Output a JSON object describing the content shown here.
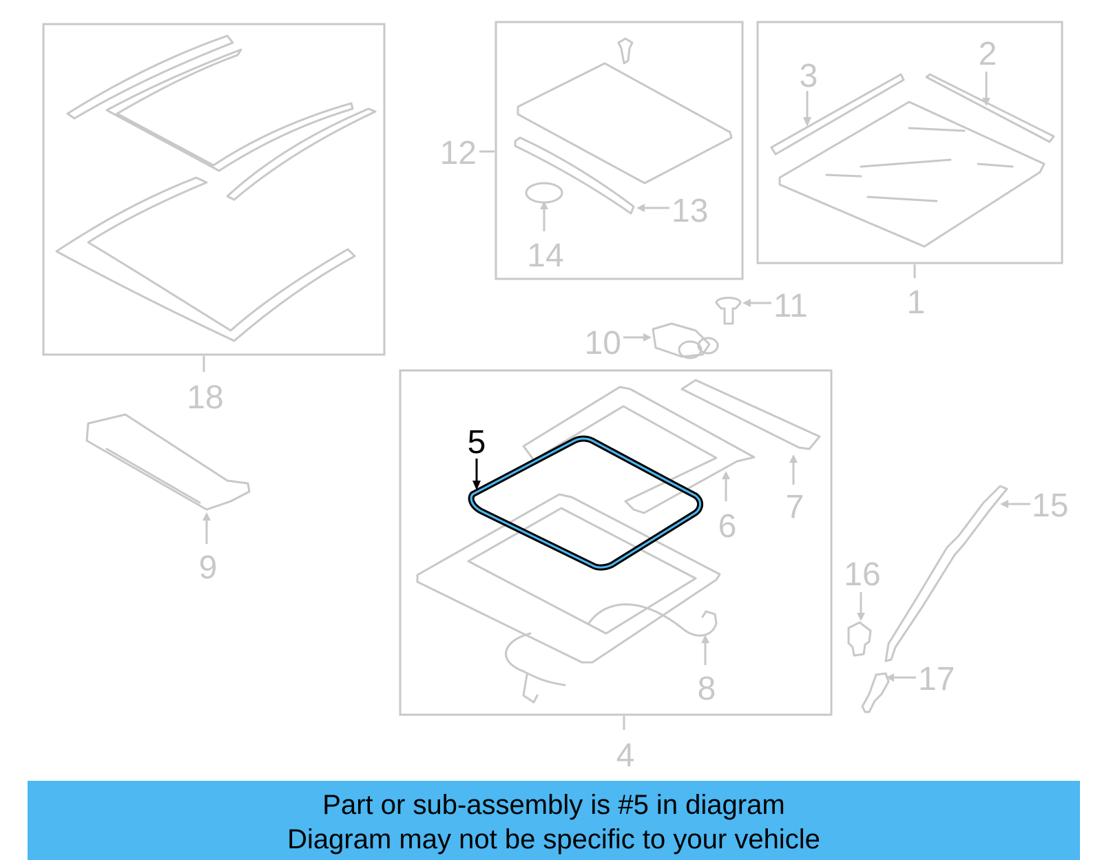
{
  "callouts": {
    "c1": "1",
    "c2": "2",
    "c3": "3",
    "c4": "4",
    "c5": "5",
    "c6": "6",
    "c7": "7",
    "c8": "8",
    "c9": "9",
    "c10": "10",
    "c11": "11",
    "c12": "12",
    "c13": "13",
    "c14": "14",
    "c15": "15",
    "c16": "16",
    "c17": "17",
    "c18": "18"
  },
  "highlighted_part": "5",
  "colors": {
    "line_gray": "#c8c8c8",
    "highlight_stroke": "#000000",
    "highlight_fill": "#4db8f2",
    "banner_bg": "#4db8f2"
  },
  "banner": {
    "line1": "Part or sub-assembly is #5 in diagram",
    "line2": "Diagram may not be specific to your vehicle"
  }
}
